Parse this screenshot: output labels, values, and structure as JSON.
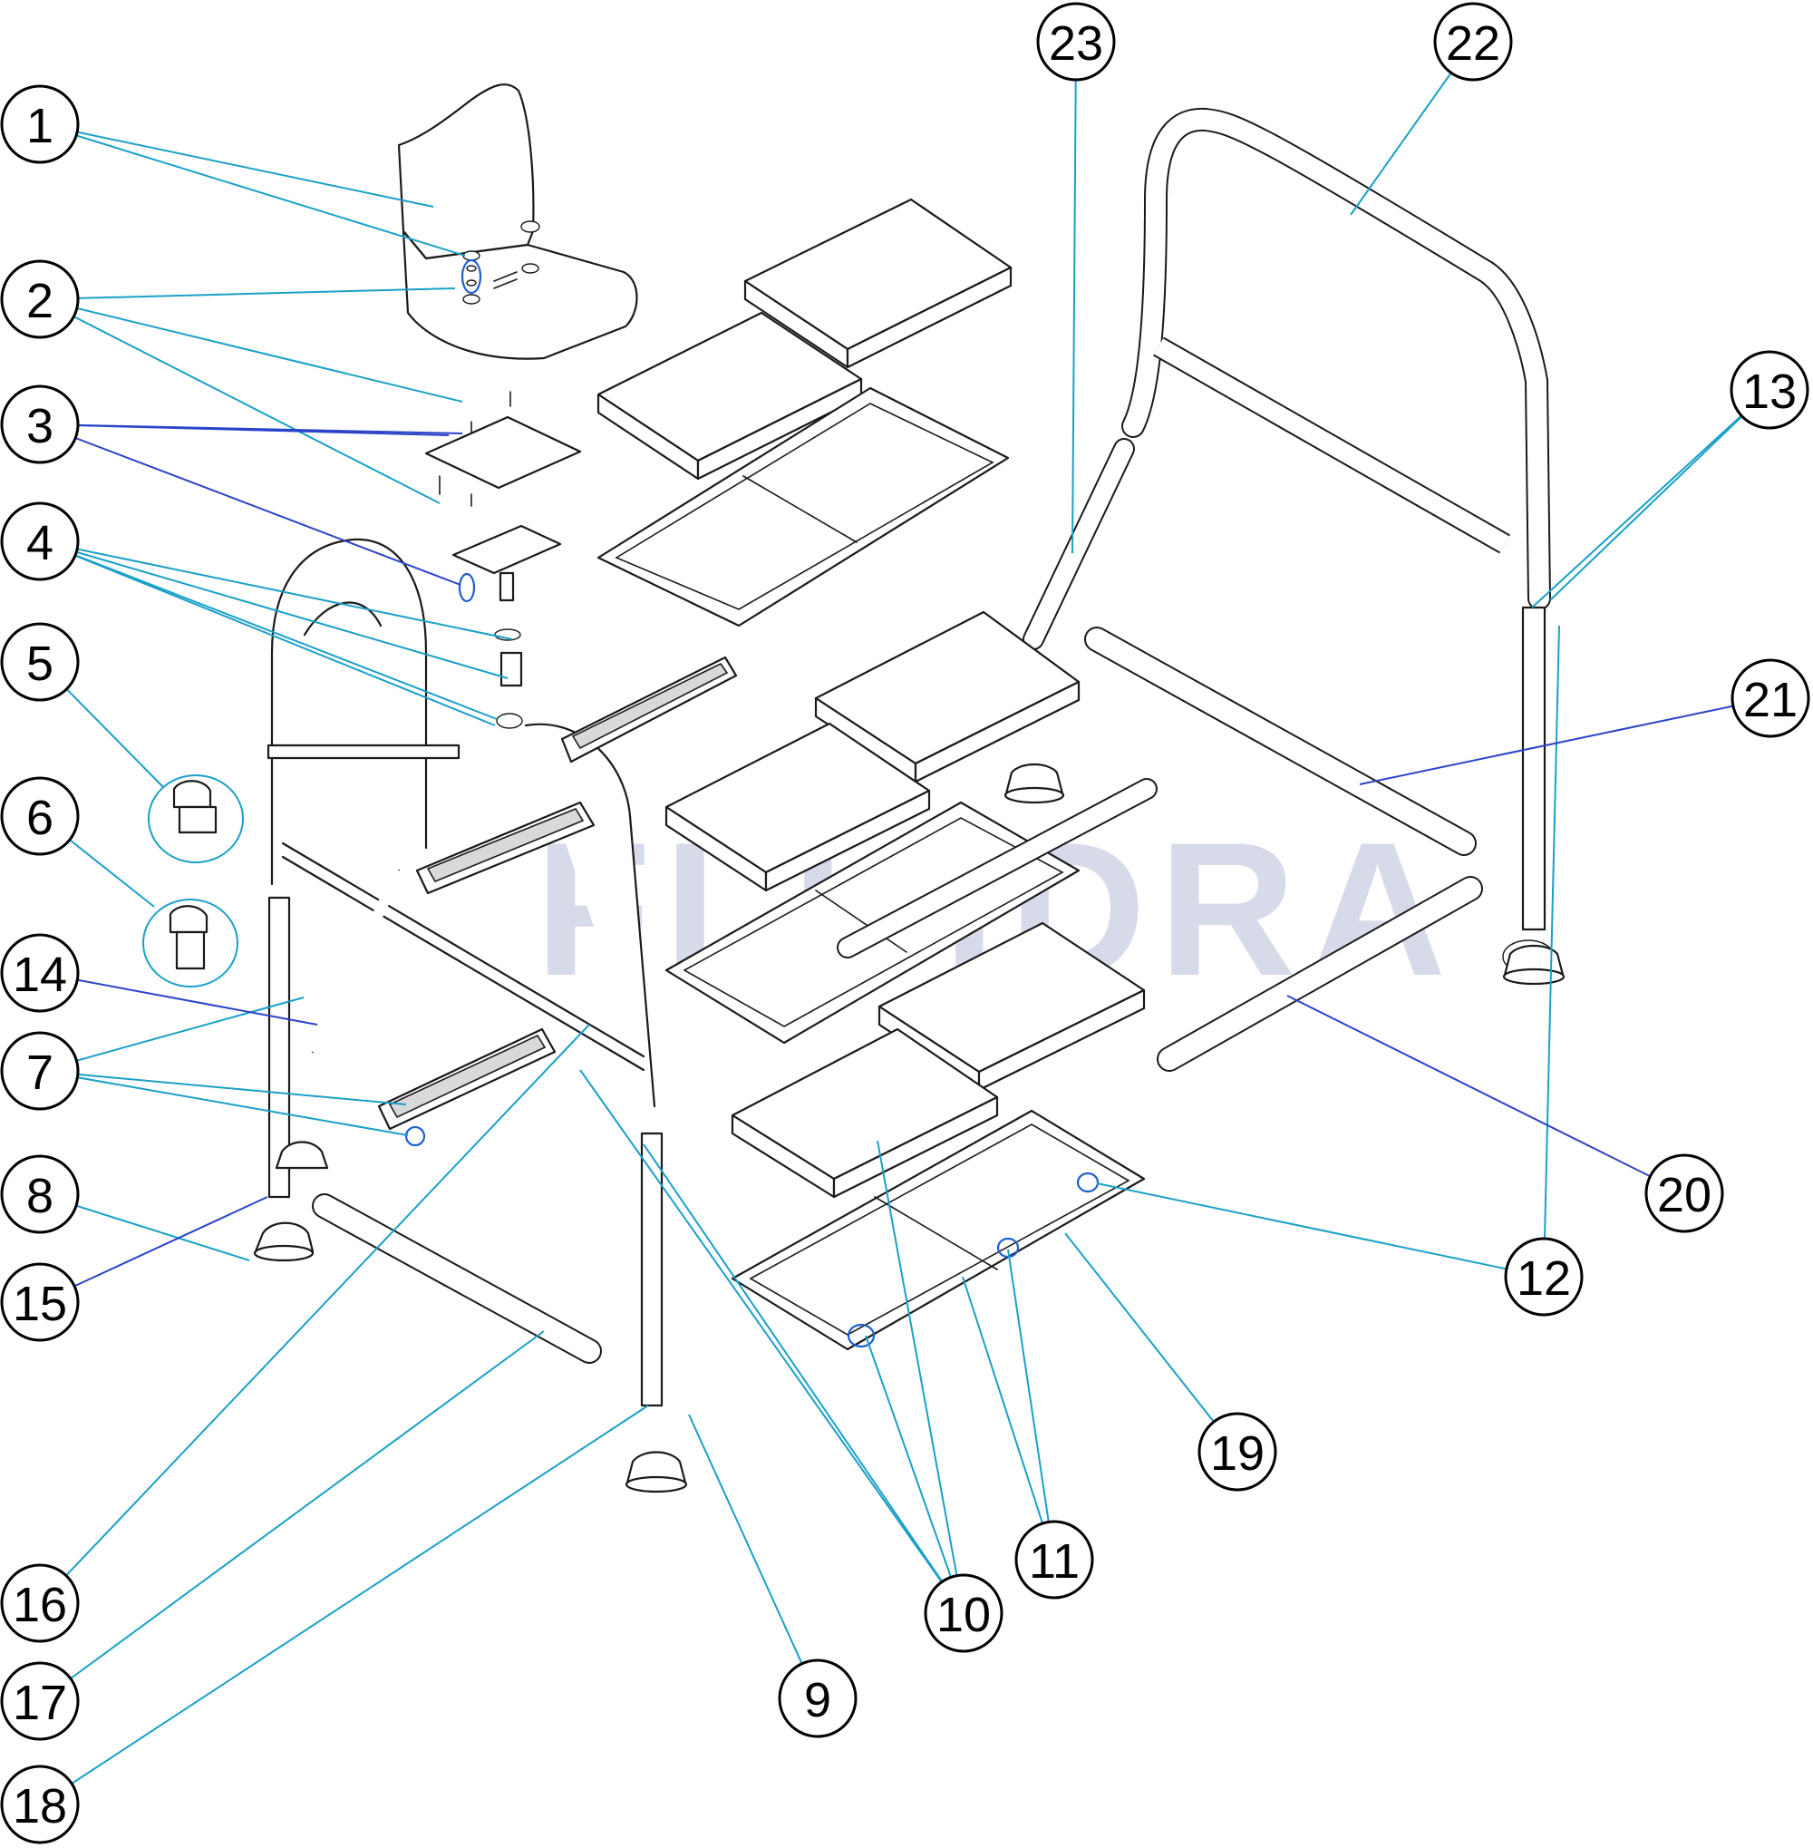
{
  "watermark": "FLUIDRA",
  "colors": {
    "leader_cyan": "#1aa0c8",
    "leader_blue": "#2b43c8",
    "watermark": "#b8bcd8",
    "outline": "#1a1a1a"
  },
  "callouts": [
    {
      "id": "c1",
      "number": "1"
    },
    {
      "id": "c2",
      "number": "2"
    },
    {
      "id": "c3",
      "number": "3"
    },
    {
      "id": "c4",
      "number": "4"
    },
    {
      "id": "c5",
      "number": "5"
    },
    {
      "id": "c6",
      "number": "6"
    },
    {
      "id": "c7",
      "number": "7"
    },
    {
      "id": "c8",
      "number": "8"
    },
    {
      "id": "c9",
      "number": "9"
    },
    {
      "id": "c10",
      "number": "10"
    },
    {
      "id": "c11",
      "number": "11"
    },
    {
      "id": "c12",
      "number": "12"
    },
    {
      "id": "c13",
      "number": "13"
    },
    {
      "id": "c14",
      "number": "14"
    },
    {
      "id": "c15",
      "number": "15"
    },
    {
      "id": "c16",
      "number": "16"
    },
    {
      "id": "c17",
      "number": "17"
    },
    {
      "id": "c18",
      "number": "18"
    },
    {
      "id": "c19",
      "number": "19"
    },
    {
      "id": "c20",
      "number": "20"
    },
    {
      "id": "c21",
      "number": "21"
    },
    {
      "id": "c22",
      "number": "22"
    },
    {
      "id": "c23",
      "number": "23"
    }
  ]
}
